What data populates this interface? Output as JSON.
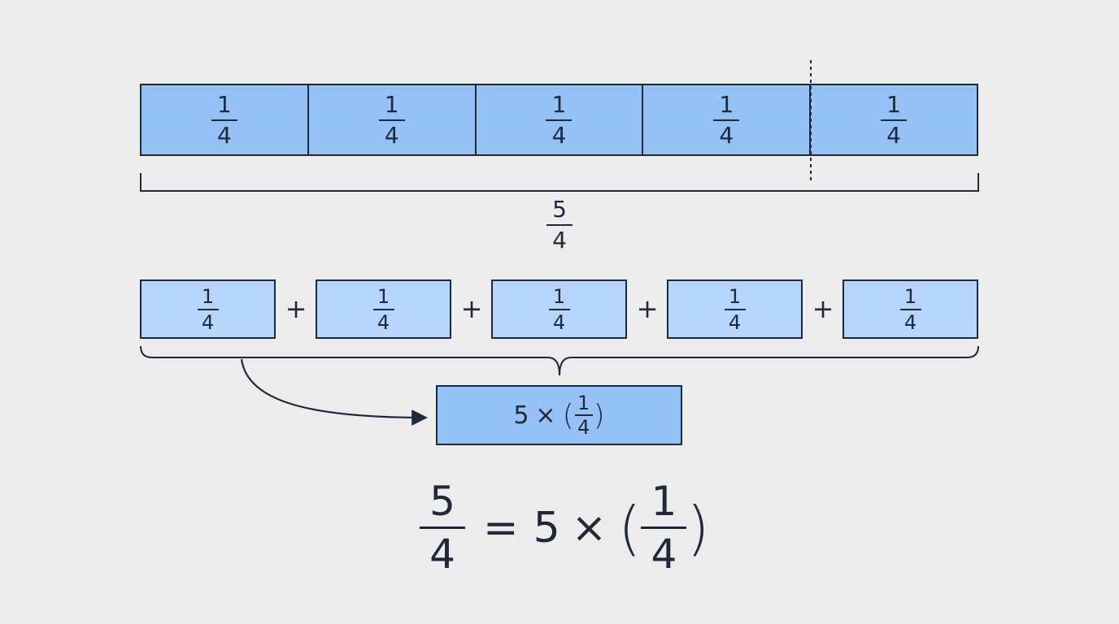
{
  "top_bar": {
    "cells": [
      {
        "num": "1",
        "den": "4"
      },
      {
        "num": "1",
        "den": "4"
      },
      {
        "num": "1",
        "den": "4"
      },
      {
        "num": "1",
        "den": "4"
      },
      {
        "num": "1",
        "den": "4"
      }
    ]
  },
  "total": {
    "num": "5",
    "den": "4"
  },
  "addition_row": {
    "boxes": [
      {
        "num": "1",
        "den": "4"
      },
      {
        "num": "1",
        "den": "4"
      },
      {
        "num": "1",
        "den": "4"
      },
      {
        "num": "1",
        "den": "4"
      },
      {
        "num": "1",
        "den": "4"
      }
    ],
    "operator": "+"
  },
  "product_box": {
    "coefficient": "5",
    "times": "×",
    "open_paren": "(",
    "num": "1",
    "den": "4",
    "close_paren": ")"
  },
  "equation": {
    "lhs_num": "5",
    "lhs_den": "4",
    "equals": "=",
    "coefficient": "5",
    "times": "×",
    "open_paren": "(",
    "rhs_num": "1",
    "rhs_den": "4",
    "close_paren": ")"
  },
  "colors": {
    "background": "#ececec",
    "bar_fill": "#94c2f7",
    "unit_fill": "#b6d5fa",
    "stroke": "#1f2937"
  }
}
